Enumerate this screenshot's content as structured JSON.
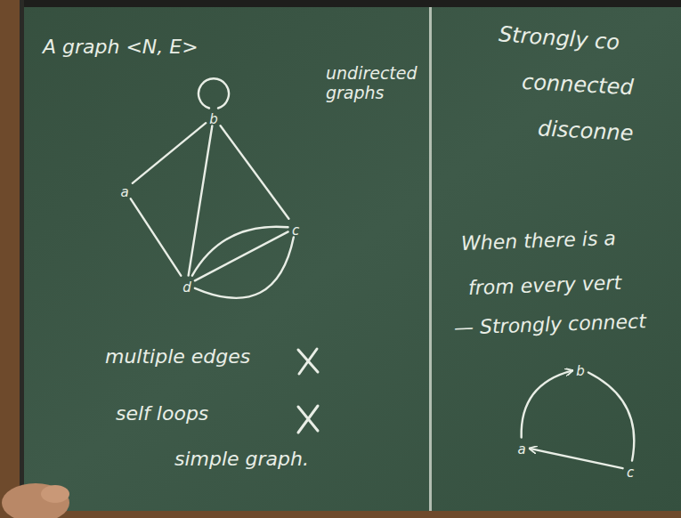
{
  "diagram": {
    "nodes": [
      {
        "text": [
          "a"
        ]
      },
      {
        "text": [
          "b"
        ]
      },
      {
        "text": [
          "c"
        ]
      },
      {
        "text": [
          "d"
        ]
      },
      {
        "text": [
          "a"
        ]
      },
      {
        "text": [
          "b"
        ]
      },
      {
        "text": [
          "c"
        ]
      }
    ],
    "edges": [
      {
        "from": 0,
        "to": 1,
        "arrow": "none"
      },
      {
        "from": 1,
        "to": 3,
        "arrow": "none"
      },
      {
        "from": 0,
        "to": 3,
        "arrow": "none"
      },
      {
        "from": 1,
        "to": 2,
        "arrow": "none"
      },
      {
        "from": 3,
        "to": 2,
        "arrow": "none"
      },
      {
        "from": 3,
        "to": 2,
        "arrow": "none"
      },
      {
        "from": 3,
        "to": 2,
        "arrow": "none"
      },
      {
        "from": 1,
        "to": 1,
        "arrow": "none"
      },
      {
        "from": 4,
        "to": 5,
        "arrow": "to"
      },
      {
        "from": 5,
        "to": 6,
        "arrow": "none"
      },
      {
        "from": 6,
        "to": 4,
        "arrow": "to"
      }
    ],
    "labels": [
      "A graph <N, E>",
      "undirected graphs",
      "multiple edges",
      "self loops",
      "simple graph.",
      "Strongly co",
      "connected",
      "disconne",
      "When there is a",
      "from every vert",
      "— Strongly connect"
    ]
  }
}
